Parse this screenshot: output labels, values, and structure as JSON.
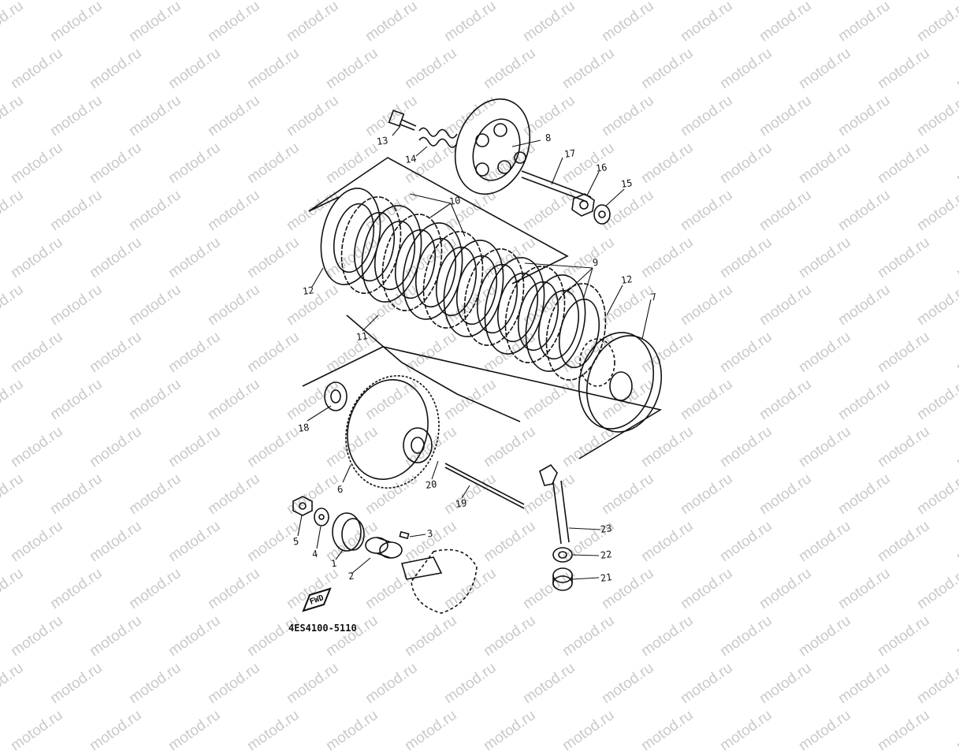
{
  "watermark": {
    "text": "motod.ru",
    "color": "#c9c9c9"
  },
  "diagram": {
    "code": "4ES4100-5110",
    "fwd_label": "FWD",
    "callouts": [
      "1",
      "2",
      "3",
      "4",
      "5",
      "6",
      "7",
      "8",
      "9",
      "10",
      "11",
      "12",
      "12",
      "13",
      "14",
      "15",
      "16",
      "17",
      "18",
      "19",
      "20",
      "21",
      "22",
      "23"
    ]
  }
}
